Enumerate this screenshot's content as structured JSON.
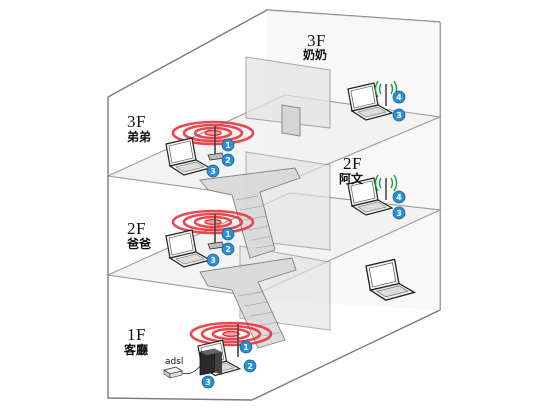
{
  "floors": [
    {
      "id": "3F",
      "level": "3F",
      "rooms": [
        {
          "name": "弟弟",
          "side": "left"
        },
        {
          "name": "奶奶",
          "side": "center"
        }
      ]
    },
    {
      "id": "2F",
      "level": "2F",
      "rooms": [
        {
          "name": "爸爸",
          "side": "left"
        },
        {
          "name": "阿文",
          "side": "right"
        }
      ]
    },
    {
      "id": "1F",
      "level": "1F",
      "rooms": [
        {
          "name": "客廳",
          "side": "left"
        }
      ]
    }
  ],
  "labels": {
    "level_3f_left": "3F",
    "room_3f_left": "弟弟",
    "level_3f_center": "3F",
    "room_3f_center": "奶奶",
    "level_2f_left": "2F",
    "room_2f_left": "爸爸",
    "level_2f_right": "2F",
    "room_2f_right": "阿文",
    "level_1f": "1F",
    "room_1f": "客廳",
    "adsl": "adsl"
  },
  "badges": {
    "one": "1",
    "two": "2",
    "three": "3",
    "four": "4"
  },
  "colors": {
    "badge_fill": "#2d8fd3",
    "signal_ring": "#e8333b",
    "wifi_wave": "#1f9a3a",
    "stair_fill": "#d9d9d9",
    "wall_line": "#7a7a7a"
  },
  "icons": {
    "laptop": "laptop-icon",
    "router": "router-icon",
    "access_point": "access-point-icon",
    "wifi": "wifi-signal-icon",
    "modem": "adsl-modem-icon",
    "signal": "signal-rings-icon"
  }
}
